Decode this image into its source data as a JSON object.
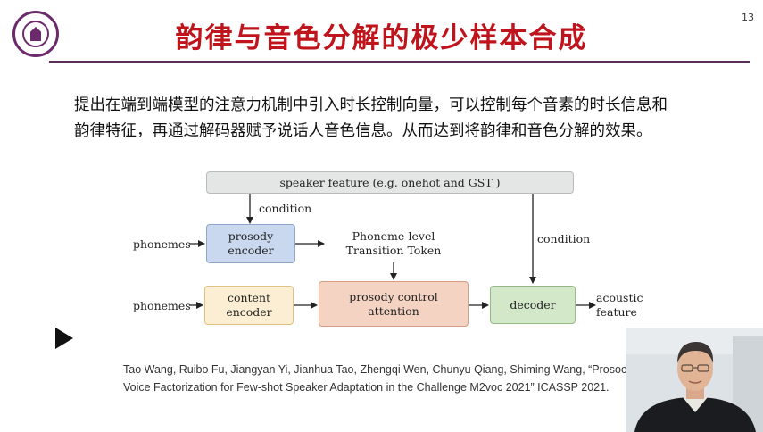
{
  "slide": {
    "page_number": "13",
    "title": "韵律与音色分解的极少样本合成",
    "body_lines": [
      "提出在端到端模型的注意力机制中引入时长控制向量，可以控制每个音素的时长信息和",
      "韵律特征，再通过解码器赋予说话人音色信息。从而达到将韵律和音色分解的效果。"
    ],
    "diagram": {
      "speaker_feature": "speaker feature (e.g. onehot and GST )",
      "condition_left": "condition",
      "condition_right": "condition",
      "phonemes_top": "phonemes",
      "phonemes_bottom": "phonemes",
      "prosody_encoder": [
        "prosody",
        "encoder"
      ],
      "content_encoder": [
        "content",
        "encoder"
      ],
      "transition_token": [
        "Phoneme-level",
        "Transition Token"
      ],
      "attention": [
        "prosody control",
        "attention"
      ],
      "decoder": "decoder",
      "output": [
        "acoustic",
        "feature"
      ]
    },
    "reference": [
      "Tao Wang, Ruibo Fu, Jiangyan Yi, Jianhua Tao, Zhengqi Wen, Chunyu Qiang, Shiming Wang, “Prosoc",
      "Voice Factorization for Few-shot Speaker Adaptation in the Challenge M2voc 2021”   ICASSP 2021."
    ]
  },
  "controls": {
    "play_icon": "play-icon"
  },
  "colors": {
    "title": "#c0141c",
    "rule": "#5c2d5a",
    "speaker_box": "#e4e6e6",
    "prosody_box": "#c9d8ee",
    "content_box": "#fbeed3",
    "attention_box": "#f4d3c3",
    "decoder_box": "#d3e8c9"
  }
}
